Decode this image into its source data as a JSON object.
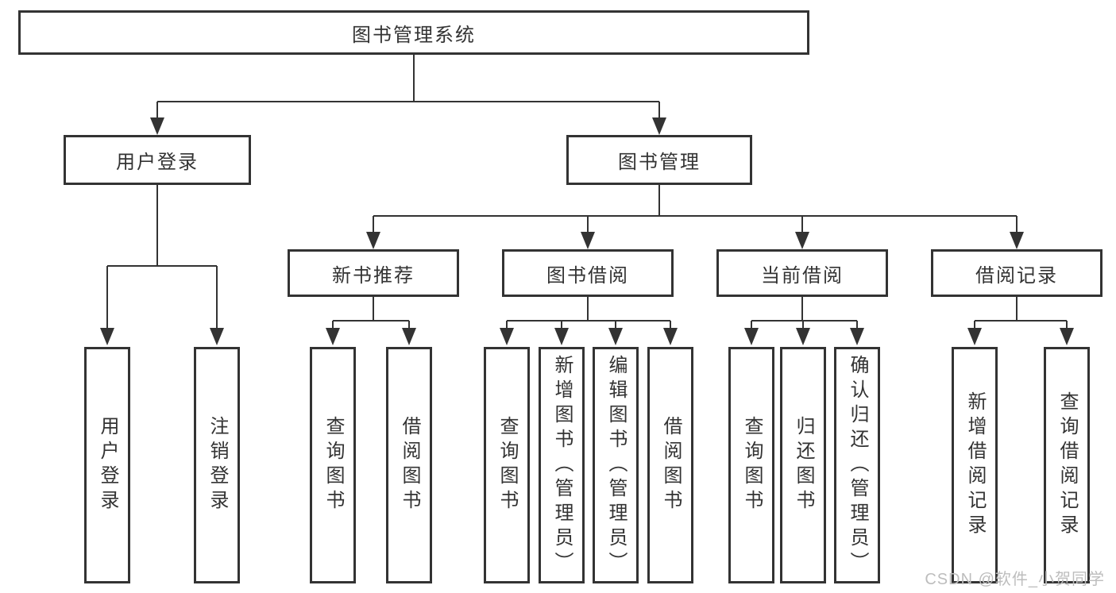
{
  "tree": {
    "root": "图书管理系统",
    "branches": [
      {
        "label": "用户登录",
        "children": [
          "用户登录",
          "注销登录"
        ]
      },
      {
        "label": "图书管理",
        "sections": [
          {
            "label": "新书推荐",
            "children": [
              "查询图书",
              "借阅图书"
            ]
          },
          {
            "label": "图书借阅",
            "children": [
              "查询图书",
              "新增图书（管理员）",
              "编辑图书（管理员）",
              "借阅图书"
            ]
          },
          {
            "label": "当前借阅",
            "children": [
              "查询图书",
              "归还图书",
              "确认归还（管理员）"
            ]
          },
          {
            "label": "借阅记录",
            "children": [
              "新增借阅记录",
              "查询借阅记录"
            ]
          }
        ]
      }
    ]
  },
  "watermark": "CSDN @软件_小贺同学",
  "colors": {
    "line": "#333333",
    "text": "#333333",
    "box_background": "#ffffff",
    "watermark": "#bdbdbd",
    "background": "#ffffff"
  }
}
